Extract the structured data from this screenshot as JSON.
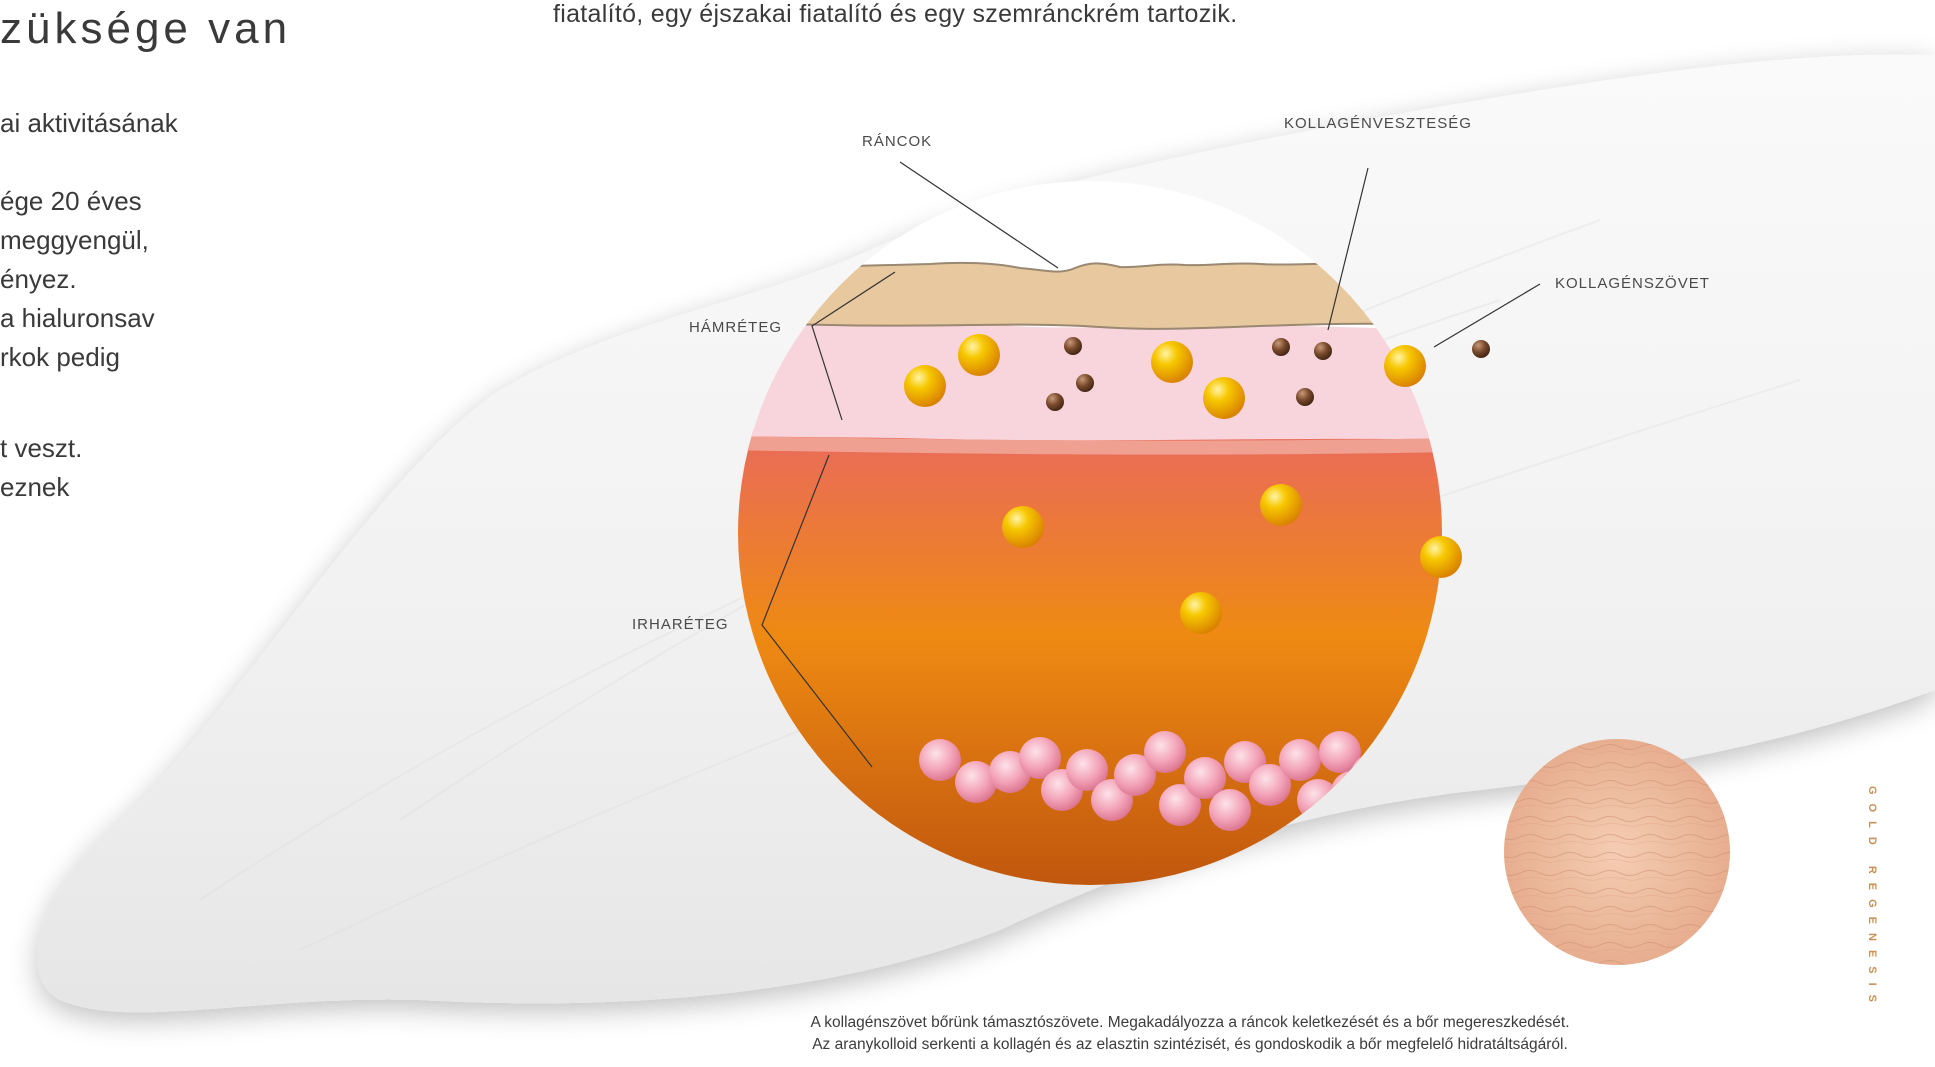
{
  "heading": "züksége van",
  "body_lines": [
    "ai aktivitásának",
    "ége 20 éves",
    "meggyengül,",
    "ényez.",
    "a hialuronsav",
    "rkok pedig",
    "t veszt.",
    "eznek"
  ],
  "top_line": "fiatalító, egy éjszakai fiatalító és egy szemránckrém tartozik.",
  "labels": {
    "wrinkles": "RÁNCOK",
    "collagen_loss": "KOLLAGÉNVESZTESÉG",
    "collagen_tissue": "KOLLAGÉNSZÖVET",
    "epidermis": "HÁMRÉTEG",
    "dermis": "IRHARÉTEG"
  },
  "caption": {
    "line1": "A kollagénszövet bőrünk támasztószövete. Megakadályozza a ráncok keletkezését és a bőr megereszkedését.",
    "line2": "Az aranykolloid serkenti a kollagén és az elasztin szintézisét, és gondoskodik a bőr megfelelő hidratáltságáról."
  },
  "brand": "GOLD REGENESIS",
  "colors": {
    "epidermis_surface": "#e8c89e",
    "epidermis_layer": "#f8d4dc",
    "dermis_top": "#ea6a5c",
    "dermis_mid": "#ee8a12",
    "dermis_bottom": "#c0580e",
    "gold_sphere": "#f5c000",
    "pink_sphere": "#f39cb0",
    "brand_accent": "#c7925a"
  }
}
